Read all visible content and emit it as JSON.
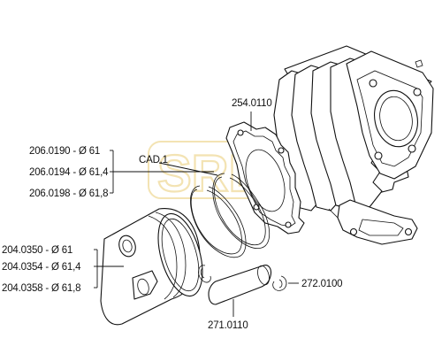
{
  "watermark": {
    "text": "SRD",
    "color": "#f3e3b3"
  },
  "labels": {
    "gasket": "254.0110",
    "cad": "CAD.1",
    "rings": [
      "206.0190 - Ø 61",
      "206.0194 - Ø 61,4",
      "206.0198 - Ø 61,8"
    ],
    "pistons": [
      "204.0350 - Ø 61",
      "204.0354 - Ø 61,4",
      "204.0358 - Ø 61,8"
    ],
    "pin": "271.0110",
    "clip": "272.0100"
  },
  "colors": {
    "line": "#111111",
    "background": "#ffffff"
  }
}
